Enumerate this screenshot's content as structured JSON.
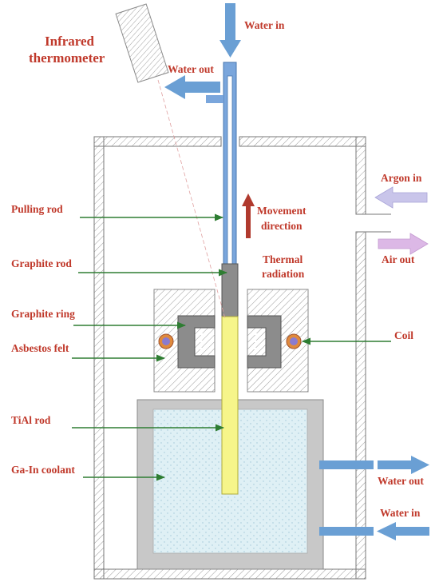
{
  "labels": {
    "infrared_thermometer_line1": "Infrared",
    "infrared_thermometer_line2": "thermometer",
    "water_in_top": "Water in",
    "water_out_top": "Water out",
    "argon_in": "Argon in",
    "air_out": "Air out",
    "movement_direction_line1": "Movement",
    "movement_direction_line2": "direction",
    "thermal_radiation_line1": "Thermal",
    "thermal_radiation_line2": "radiation",
    "pulling_rod": "Pulling rod",
    "graphite_rod": "Graphite rod",
    "graphite_ring": "Graphite ring",
    "asbestos_felt": "Asbestos felt",
    "coil": "Coil",
    "tial_rod": "TiAl rod",
    "ga_in_coolant": "Ga-In coolant",
    "water_out_bottom": "Water out",
    "water_in_bottom": "Water in"
  },
  "colors": {
    "label_text": "#c0392b",
    "leader_arrow": "#2e7d32",
    "water_arrow": "#6a9fd4",
    "pulling_rod": "#7aa6dc",
    "graphite": "#8c8c8c",
    "tial_rod": "#f6f58a",
    "coolant": "#dff0f5",
    "crucible": "#c8c8c8",
    "argon_arrow": "#c9c5ea",
    "air_arrow": "#dcb8e6",
    "movement_arrow": "#b03a2e",
    "coil_outer": "#e08a3c",
    "coil_inner": "#8a7bd0"
  }
}
